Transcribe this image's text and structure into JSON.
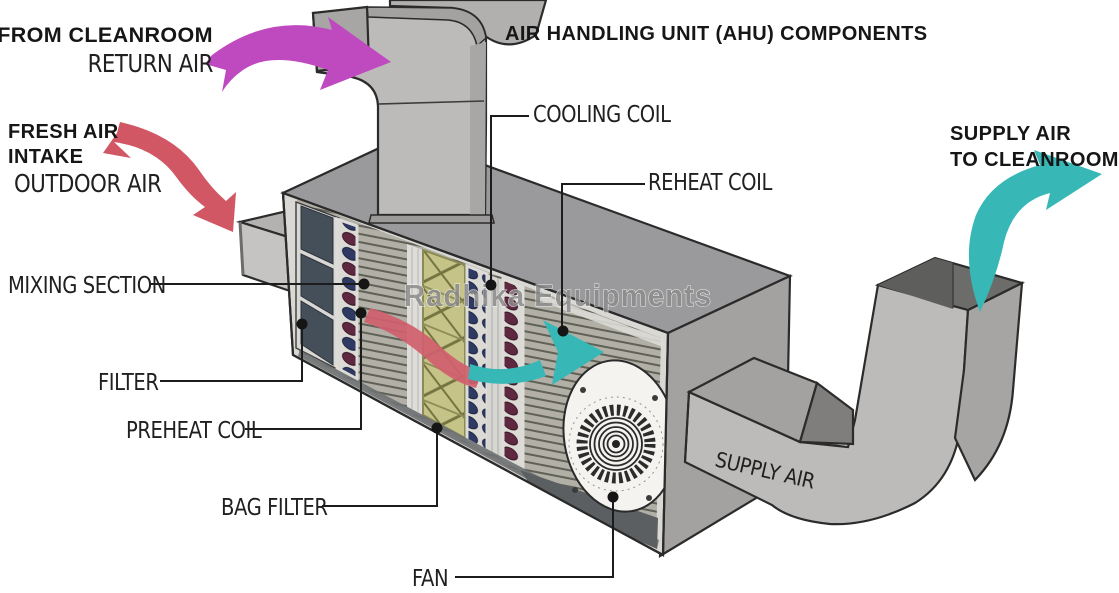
{
  "diagram": {
    "title": "AIR HANDLING UNIT (AHU) COMPONENTS",
    "watermark": "Radhika Equipments",
    "return_air": {
      "heading": "FROM CLEANROOM",
      "sub": "RETURN AIR"
    },
    "fresh_air": {
      "heading_line1": "FRESH AIR",
      "heading_line2": "INTAKE",
      "sub": "OUTDOOR AIR"
    },
    "supply_air": {
      "heading_line1": "SUPPLY AIR",
      "heading_line2": "TO CLEANROOM",
      "duct_text": "SUPPLY AIR"
    },
    "labels": {
      "cooling_coil": "COOLING COIL",
      "reheat_coil": "REHEAT COIL",
      "mixing_section": "MIXING SECTION",
      "filter": "FILTER",
      "preheat_coil": "PREHEAT COIL",
      "bag_filter": "BAG FILTER",
      "fan": "FAN"
    },
    "colors": {
      "return_arrow": "#bf4abf",
      "fresh_arrow": "#d15764",
      "supply_arrow": "#38b7b7",
      "interior_arrow_warm": "#d0606e",
      "ink": "#1d1d1d"
    }
  }
}
